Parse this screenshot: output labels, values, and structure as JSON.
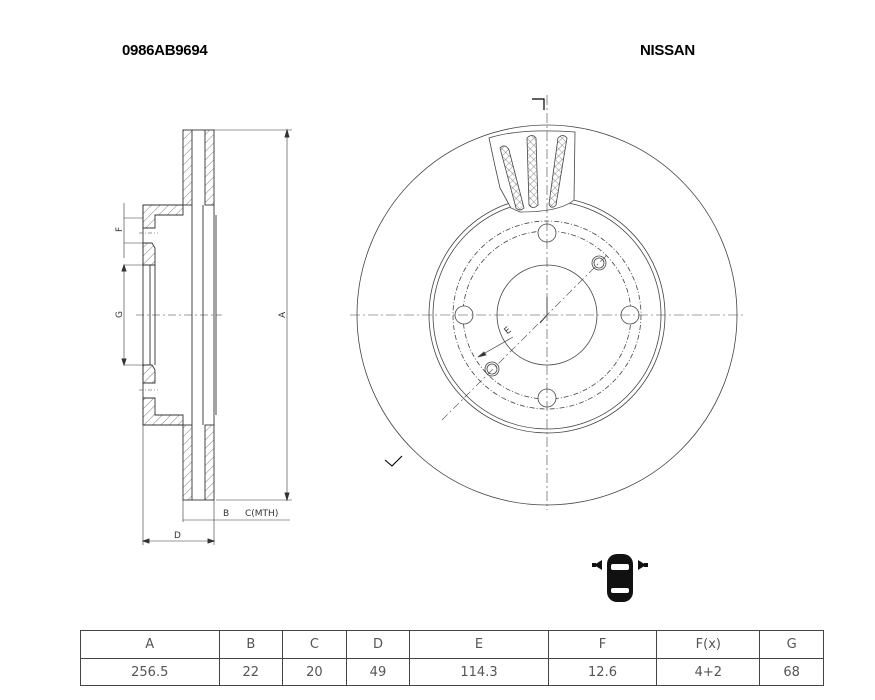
{
  "header": {
    "part_number": "0986AB9694",
    "brand": "NISSAN"
  },
  "drawing": {
    "side_view_labels": {
      "A": "A",
      "B": "B",
      "C": "C(MTH)",
      "D": "D",
      "F": "F",
      "G": "G"
    },
    "front_view_labels": {
      "E": "E"
    },
    "icons": {
      "axle_position": "front-axle-car-icon"
    }
  },
  "spec_table": {
    "headers": [
      "A",
      "B",
      "C",
      "D",
      "E",
      "F",
      "F(x)",
      "G"
    ],
    "values": [
      "256.5",
      "22",
      "20",
      "49",
      "114.3",
      "12.6",
      "4+2",
      "68"
    ]
  }
}
